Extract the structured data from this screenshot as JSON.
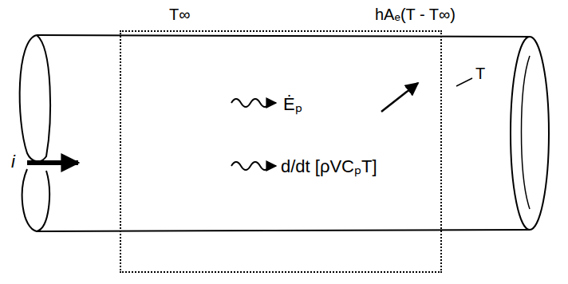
{
  "diagram": {
    "nodes": [
      {
        "text": [
          "Ėₚ",
          "d/dt [ρVCₚT]"
        ]
      }
    ],
    "labels": [
      "T∞",
      "hAₑ(T - T∞)",
      "T",
      "i"
    ]
  }
}
